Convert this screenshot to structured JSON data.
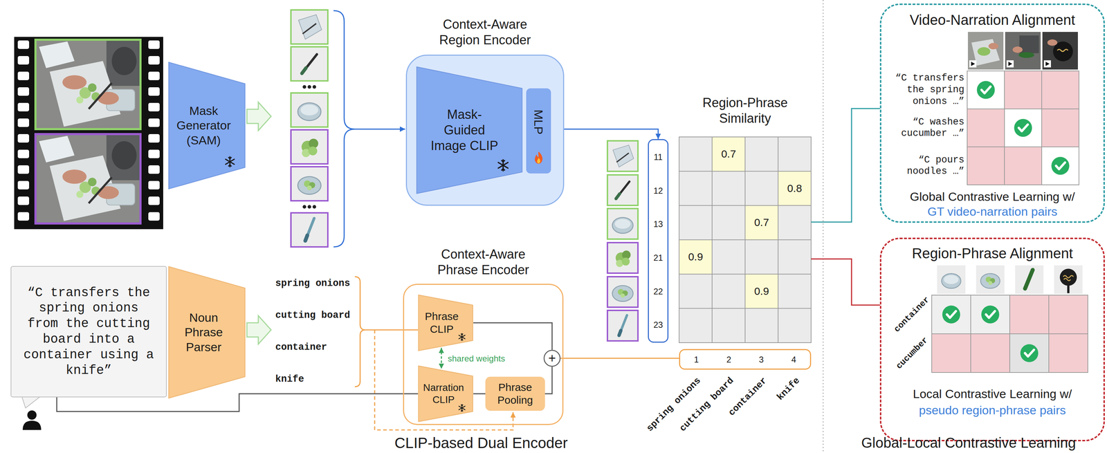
{
  "diagram": {
    "nodes": [
      {
        "text": [
          "Mask Generator (SAM)"
        ]
      },
      {
        "text": [
          "Context-Aware Region Encoder"
        ]
      },
      {
        "text": [
          "Mask-Guided Image CLIP"
        ],
        "in": 1
      },
      {
        "text": [
          "MLP"
        ],
        "in": 1
      },
      {
        "text": [
          "11",
          "12",
          "13",
          "21",
          "22",
          "23"
        ]
      },
      {
        "text": [
          "Region-Phrase Similarity",
          "0.7",
          "0.8",
          "0.7",
          "0.9",
          "0.9"
        ]
      },
      {
        "text": [
          "Video-Narration Alignment",
          "“C transfers the spring onions …”",
          "“C washes cucumber …”",
          "“C pours noodles …”",
          "Global Contrastive Learning w/",
          "GT video-narration pairs"
        ]
      },
      {
        "text": [
          "Region-Phrase Alignment",
          "container",
          "cucumber",
          "Local Contrastive Learning w/",
          "pseudo region-phrase pairs"
        ]
      },
      {
        "text": [
          "“C transfers the spring onions from the cutting board into a container using a knife”"
        ]
      },
      {
        "text": [
          "Noun Phrase Parser"
        ]
      },
      {
        "text": [
          "Context-Aware Phrase Encoder"
        ]
      },
      {
        "text": [
          "Phrase CLIP"
        ],
        "in": 10
      },
      {
        "text": [
          "Narration CLIP"
        ],
        "in": 10
      },
      {
        "text": [
          "Phrase Pooling"
        ],
        "in": 10
      },
      {
        "text": [
          "+"
        ],
        "in": 10
      },
      {
        "text": [
          "1",
          "2",
          "3",
          "4"
        ]
      }
    ],
    "edges": [
      {
        "from": 1,
        "to": 4,
        "arrow": "to"
      },
      {
        "from": 5,
        "to": 6,
        "arrow": "none"
      },
      {
        "from": 5,
        "to": 7,
        "arrow": "none"
      },
      {
        "from": 8,
        "to": 12,
        "arrow": "none"
      },
      {
        "from": 11,
        "to": 12,
        "arrow": "both",
        "label": "shared weights"
      },
      {
        "from": 11,
        "to": 14,
        "arrow": "none"
      },
      {
        "from": 12,
        "to": 13,
        "arrow": "none"
      },
      {
        "from": 13,
        "to": 14,
        "arrow": "none"
      },
      {
        "from": 14,
        "to": 15,
        "arrow": "none"
      }
    ],
    "labels": [
      "spring onions",
      "cutting board",
      "container",
      "knife",
      "spring onions",
      "cutting board",
      "container",
      "knife",
      "CLIP-based Dual Encoder",
      "Global-Local Contrastive Learning"
    ]
  }
}
